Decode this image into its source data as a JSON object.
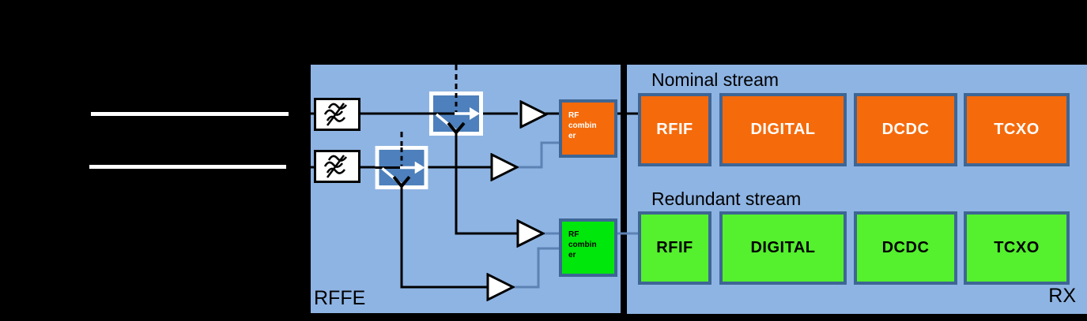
{
  "rffe": {
    "label": "RFFE",
    "combiner_nominal": {
      "label": "RF combiner"
    },
    "combiner_redundant": {
      "label": "RF combiner"
    }
  },
  "rx": {
    "label": "RX",
    "nominal": {
      "title": "Nominal stream",
      "blocks": [
        "RFIF",
        "DIGITAL",
        "DCDC",
        "TCXO"
      ]
    },
    "redundant": {
      "title": "Redundant stream",
      "blocks": [
        "RFIF",
        "DIGITAL",
        "DCDC",
        "TCXO"
      ]
    }
  },
  "icons": {
    "filter": "bandpass-filter-icon",
    "switch": "rf-switch-icon",
    "amplifier": "amplifier-icon"
  },
  "colors": {
    "canvas_bg": "#000000",
    "panel_blue": "#8EB4E3",
    "switch_blue": "#4D80BC",
    "box_border": "#3E6695",
    "nominal_orange": "#F56A0B",
    "redundant_green": "#55F02E",
    "combiner_green": "#00E70C",
    "connector_blue": "#5C82B4",
    "input_line_white": "#FFFFFF"
  }
}
